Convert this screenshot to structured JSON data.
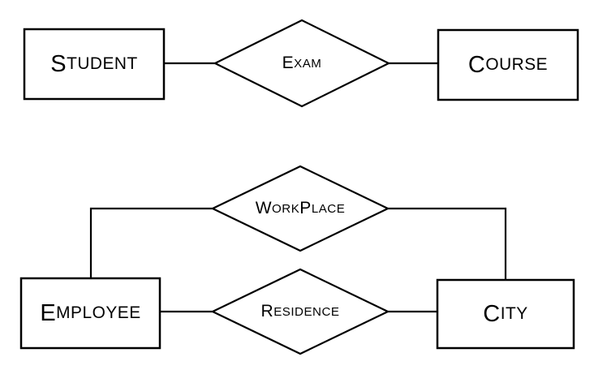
{
  "diagram": {
    "type": "entity-relationship",
    "colors": {
      "stroke": "#000000",
      "background": "#ffffff",
      "text": "#000000"
    },
    "entities": {
      "student": {
        "label": "Student"
      },
      "course": {
        "label": "Course"
      },
      "employee": {
        "label": "Employee"
      },
      "city": {
        "label": "City"
      }
    },
    "relationships": {
      "exam": {
        "label": "Exam",
        "connects": [
          "Student",
          "Course"
        ]
      },
      "workplace": {
        "label": "WorkPlace",
        "connects": [
          "Employee",
          "City"
        ]
      },
      "residence": {
        "label": "Residence",
        "connects": [
          "Employee",
          "City"
        ]
      }
    }
  }
}
